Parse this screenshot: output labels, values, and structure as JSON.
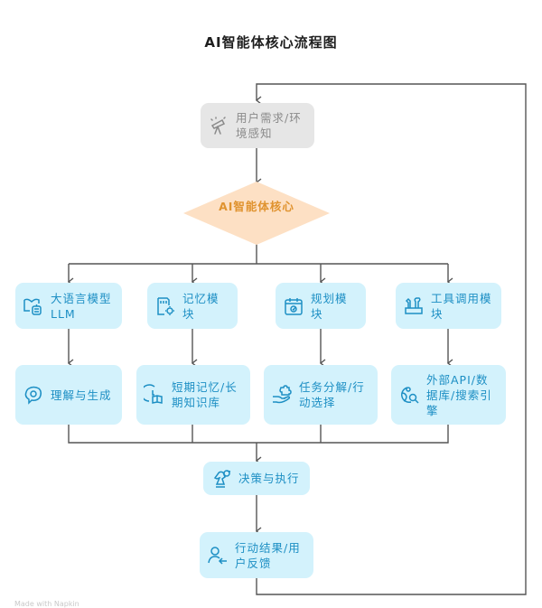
{
  "title": "AI智能体核心流程图",
  "colors": {
    "node_blue_fill": "#d3f2fc",
    "node_blue_text": "#1d8fc4",
    "node_grey_fill": "#e6e6e6",
    "node_grey_text": "#8a8a8a",
    "diamond_fill": "#fde0c4",
    "diamond_text": "#e0932f",
    "connector": "#555555"
  },
  "nodes": {
    "input": {
      "label": "用户需求/环境感知",
      "icon": "telescope-icon"
    },
    "core": {
      "label": "AI智能体核心"
    },
    "modules": [
      {
        "label": "大语言模型LLM",
        "icon": "book-robot-icon"
      },
      {
        "label": "记忆模块",
        "icon": "memory-card-gear-icon"
      },
      {
        "label": "规划模块",
        "icon": "calendar-check-icon"
      },
      {
        "label": "工具调用模块",
        "icon": "tools-icon"
      }
    ],
    "functions": [
      {
        "label": "理解与生成",
        "icon": "chat-bubble-icon"
      },
      {
        "label": "短期记忆/长期知识库",
        "icon": "clock-book-icon"
      },
      {
        "label": "任务分解/行动选择",
        "icon": "hand-puzzle-icon"
      },
      {
        "label": "外部API/数据库/搜索引擎",
        "icon": "globe-search-icon"
      }
    ],
    "decision": {
      "label": "决策与执行",
      "icon": "chess-knight-icon"
    },
    "feedback": {
      "label": "行动结果/用户反馈",
      "icon": "user-return-icon"
    }
  },
  "footer": "Made with Napkin"
}
